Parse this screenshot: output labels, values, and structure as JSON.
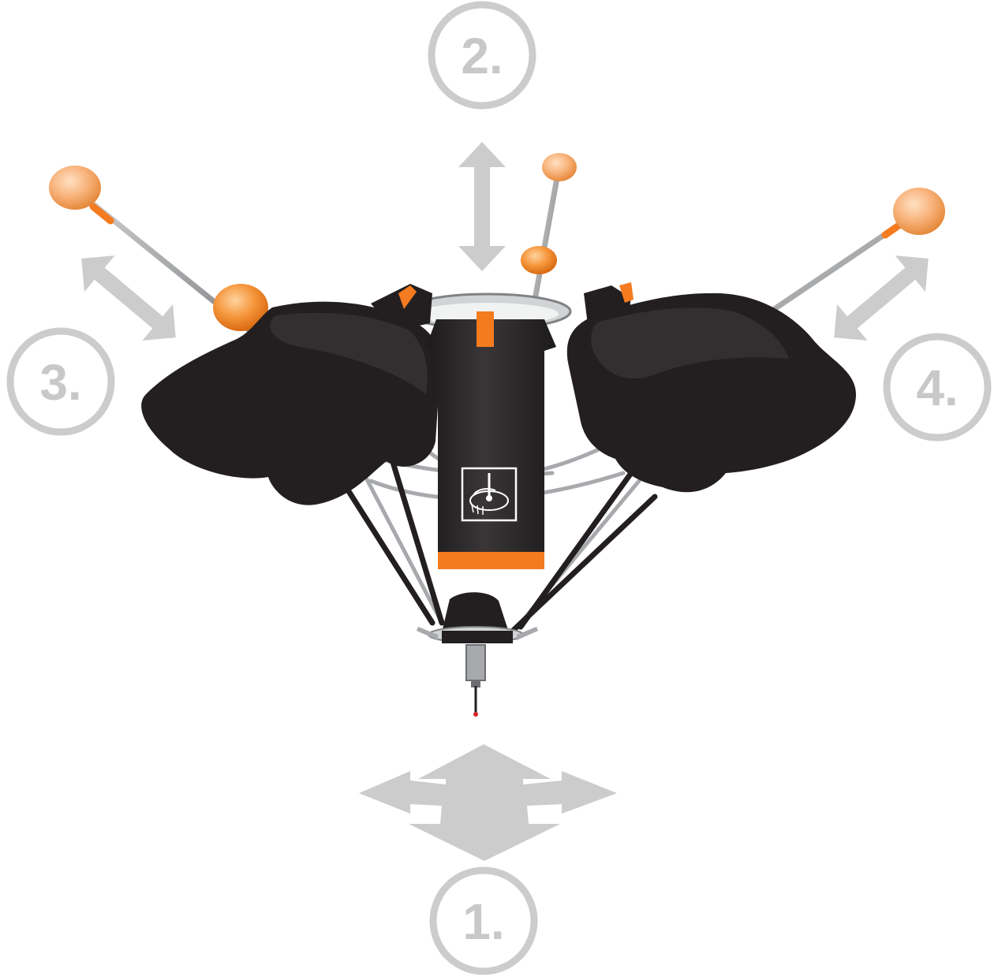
{
  "steps": [
    {
      "id": "1",
      "label": "1.",
      "motion": "translate-xy"
    },
    {
      "id": "2",
      "label": "2.",
      "motion": "vertical"
    },
    {
      "id": "3",
      "label": "3.",
      "motion": "diagonal-left"
    },
    {
      "id": "4",
      "label": "4.",
      "motion": "diagonal-right"
    }
  ],
  "colors": {
    "arrow": "#cccccc",
    "circle": "#cccccc",
    "label": "#c8c8c8",
    "housing": "#231f20",
    "housing_shade": "#3a3637",
    "accent": "#f47b20",
    "knob": "#f8b27a",
    "rod": "#a7a9ac",
    "stylus": "#6d6e71"
  },
  "icons": {
    "center_logo": "stylus-probe-logo-icon"
  }
}
